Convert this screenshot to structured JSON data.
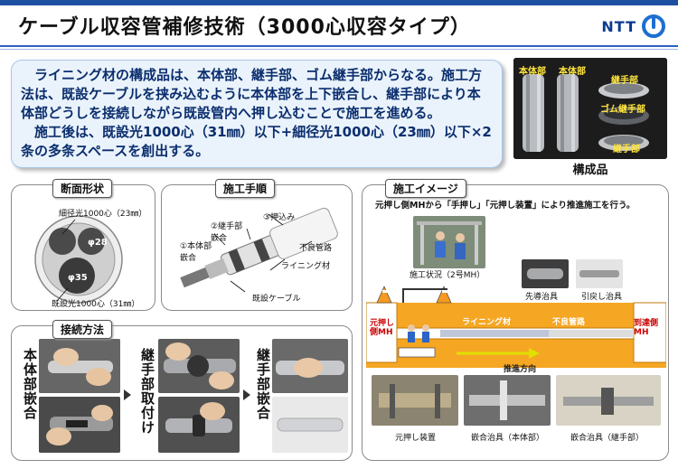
{
  "header": {
    "title": "ケーブル収容管補修技術（3000心収容タイプ）",
    "logo_text": "NTT",
    "accent": "#1d4fa0"
  },
  "intro": {
    "paragraph1": "ライニング材の構成品は、本体部、継手部、ゴム継手部からなる。施工方法は、既設ケーブルを挟み込むように本体部を上下嵌合し、継手部により本体部どうしを接続しながら既設管内へ押し込むことで施工を進める。",
    "paragraph2": "施工後は、既設光1000心（31㎜）以下+細径光1000心（23㎜）以下×2条の多条スペースを創出する。"
  },
  "parts": {
    "caption": "構成品",
    "labels": [
      "本体部",
      "本体部",
      "継手部",
      "ゴム継手部",
      "継手部"
    ]
  },
  "cross_section": {
    "title": "断面形状",
    "thin_label": "細径光1000心（23㎜）",
    "phi_small": "φ28",
    "phi_large": "φ35",
    "existing_label": "既設光1000心（31㎜）"
  },
  "procedure": {
    "title": "施工手順",
    "step1": "①本体部嵌合",
    "step2": "②継手部嵌合",
    "step3": "③押込み",
    "defect": "不良管路",
    "lining": "ライニング材",
    "cable": "既設ケーブル"
  },
  "connection": {
    "title": "接続方法",
    "labels": [
      "本体部嵌合",
      "継手部取付け",
      "継手部嵌合"
    ]
  },
  "image": {
    "title": "施工イメージ",
    "desc": "元押し側MHから「手押し」「元押し装置」により推進施工を行う。",
    "site_caption": "施工状況（2号MH）",
    "guide_tool": "先導治具",
    "pull_tool": "引戻し治具",
    "push_side": "元押し側MH",
    "arrive_side": "到達側MH",
    "lining": "ライニング材",
    "defect": "不良管路",
    "direction": "推進方向",
    "bottom_captions": [
      "元押し装置",
      "嵌合治具（本体部）",
      "嵌合治具（継手部）"
    ]
  }
}
